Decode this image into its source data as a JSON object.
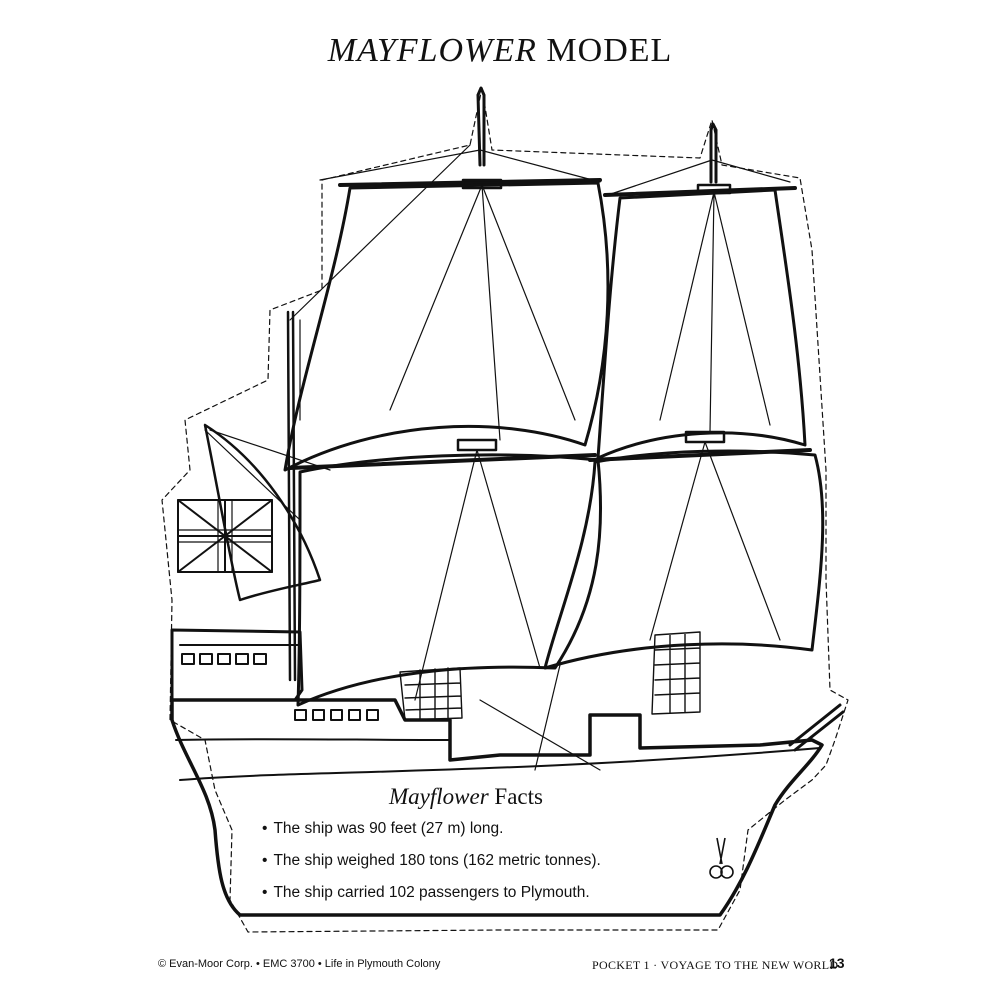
{
  "title": {
    "italic": "MAYFLOWER",
    "rest": " MODEL"
  },
  "facts": {
    "heading_italic": "Mayflower",
    "heading_rest": " Facts",
    "items": [
      "The ship was 90 feet (27 m) long.",
      "The ship weighed 180 tons (162 metric tonnes).",
      "The ship carried 102 passengers to Plymouth."
    ]
  },
  "footer": {
    "left": "© Evan-Moor Corp. • EMC 3700 • Life in Plymouth Colony",
    "right": "POCKET 1 · VOYAGE TO THE NEW WORLD",
    "page_number": "13"
  },
  "icons": {
    "ship": "ship-drawing-icon",
    "flag": "union-flag-icon",
    "scissors": "scissors-icon"
  }
}
